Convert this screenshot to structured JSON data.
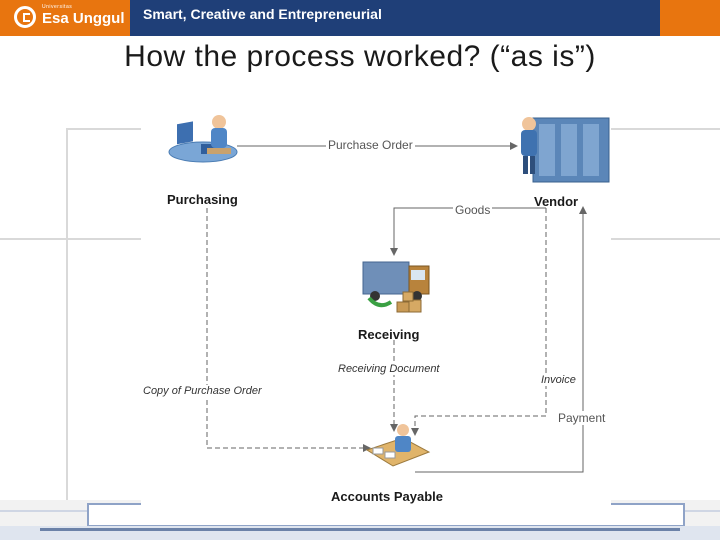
{
  "header": {
    "logo_subtext": "Universitas",
    "logo_text": "Esa Unggul",
    "tagline": "Smart, Creative and Entrepreneurial"
  },
  "slide": {
    "title": "How the process worked? (“as is”)"
  },
  "diagram": {
    "nodes": {
      "purchasing": "Purchasing",
      "vendor": "Vendor",
      "receiving": "Receiving",
      "accounts_payable": "Accounts Payable"
    },
    "flows": {
      "purchase_order": "Purchase Order",
      "goods": "Goods",
      "receiving_document": "Receiving Document",
      "copy_of_purchase_order": "Copy of Purchase Order",
      "invoice": "Invoice",
      "payment": "Payment"
    },
    "icons": {
      "purchasing": "person-at-computer-icon",
      "vendor": "person-at-server-rack-icon",
      "receiving": "delivery-truck-icon",
      "accounts_payable": "person-at-desk-icon"
    }
  },
  "colors": {
    "brand_orange": "#e8750f",
    "brand_blue": "#1f3f78",
    "line_gray": "#666666"
  }
}
